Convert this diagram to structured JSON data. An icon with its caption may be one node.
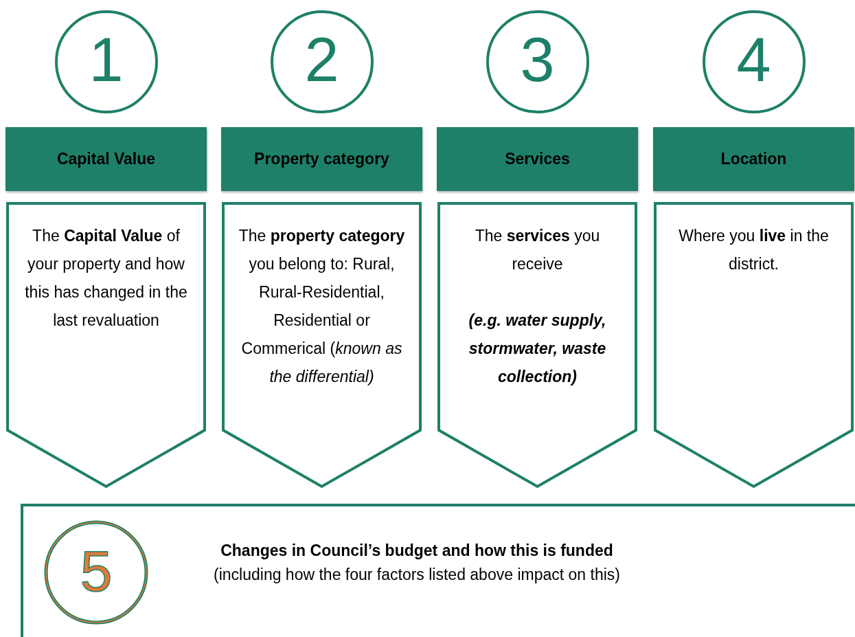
{
  "diagram": {
    "nodes": [
      {
        "text": [
          "1"
        ]
      },
      {
        "text": [
          "2"
        ]
      },
      {
        "text": [
          "3"
        ]
      },
      {
        "text": [
          "4"
        ]
      },
      {
        "text": [
          "Capital Value"
        ]
      },
      {
        "text": [
          "Property category"
        ]
      },
      {
        "text": [
          "Services"
        ]
      },
      {
        "text": [
          "Location"
        ]
      },
      {
        "text": [
          "The **Capital Value** of your property and how this has changed in the last revaluation"
        ]
      },
      {
        "text": [
          "The **property category** you belong to: Rural, Rural-Residential, Residential or Commerical (*known as the differential)*"
        ]
      },
      {
        "text": [
          "The **services** you receive",
          "(e.g. water supply, stormwater, waste collection)"
        ]
      },
      {
        "text": [
          "Where you **live** in the district."
        ]
      },
      {
        "text": [
          "Changes in Council’s budget and how this is funded",
          "(including how the four factors listed above impact on this)"
        ]
      },
      {
        "text": [
          "5"
        ],
        "in": 12
      }
    ]
  }
}
